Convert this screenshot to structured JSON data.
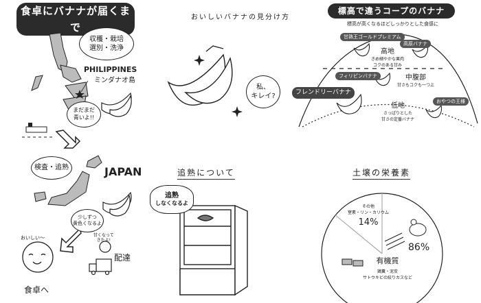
{
  "panel_delivery": {
    "title": "食卓にバナナが届くまで",
    "process_bubble": [
      "収穫・栽培",
      "選別・洗浄"
    ],
    "country": "PHILIPPINES",
    "island": "ミンダナオ島",
    "green_bubble": [
      "まだまだ",
      "青いよ!!"
    ],
    "japan_bubble": "検査・追熟",
    "japan_label": "JAPAN",
    "yellow_bubble": [
      "少しずつ",
      "黄色くなるよ"
    ],
    "sweet_note": [
      "甘くなって",
      "きたよ!"
    ],
    "delivery_label": "配達",
    "tasty_label": "おいしい〜",
    "table_label": "食卓へ"
  },
  "panel_choose": {
    "title": "おいしいバナナの見分け方",
    "speech": [
      "私、",
      "キレイ?"
    ]
  },
  "panel_ripening": {
    "title": "追熟について",
    "speech": [
      "追熟",
      "しなくなるよ"
    ]
  },
  "panel_altitude": {
    "title": "標高で違うコープのバナナ",
    "subtitle": "標高が高くなるほどしっかりとした食感に",
    "labels": {
      "gold": "甘熟王ゴールドプレミアム",
      "highland": "高原バナナ",
      "philippine": "フィリピンバナナ",
      "friendly": "フレンドリーバナナ",
      "snack": "おやつの王様"
    },
    "zones": {
      "high": {
        "name": "高地",
        "desc": [
          "きめ細やかな果肉",
          "コクのある甘み"
        ]
      },
      "mid": {
        "name": "中腹部",
        "desc": "甘さもコクも一つ上"
      },
      "low": {
        "name": "低地",
        "desc": [
          "さっぱりとした",
          "甘さの定番バナナ"
        ]
      }
    }
  },
  "chart_data": {
    "type": "pie",
    "title": "土壌の栄養素",
    "slices": [
      {
        "label": "その他",
        "sublabel": "窒素・リン・カリウム",
        "value": 14,
        "value_label": "14%"
      },
      {
        "label": "有機質",
        "sublabel": [
          "鶏糞・泥炭",
          "サトウキビの絞りカスなど"
        ],
        "value": 86,
        "value_label": "86%"
      }
    ]
  }
}
